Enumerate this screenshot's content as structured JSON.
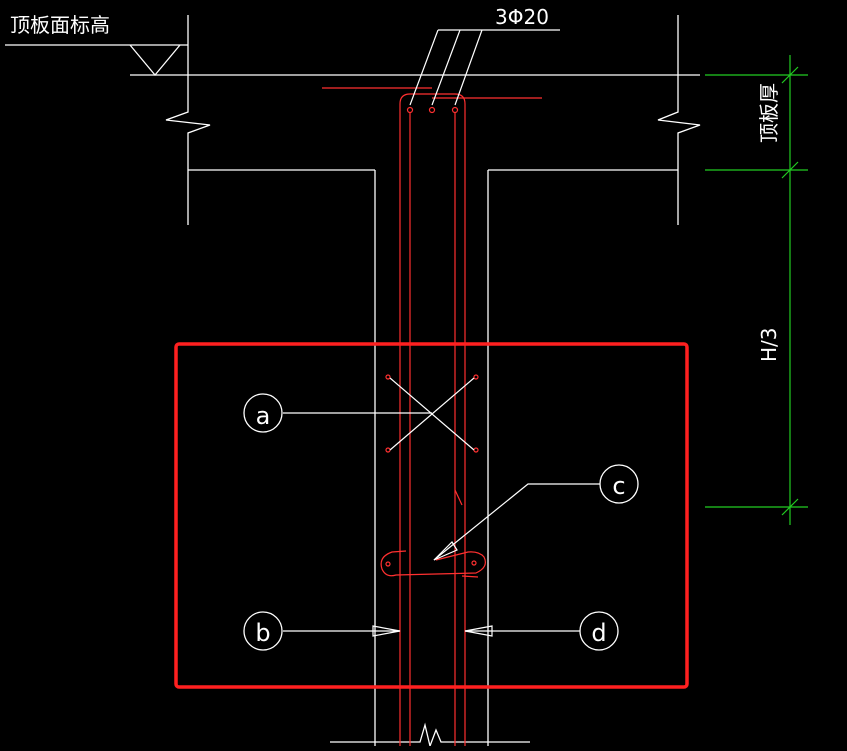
{
  "colors": {
    "background": "#000000",
    "outline": "#ffffff",
    "rebar": "#ff3030",
    "dimension": "#22cc22",
    "highlight": "#ff2020"
  },
  "labels": {
    "slab_top_elevation": "顶板面标高",
    "rebar_spec": "3Φ20",
    "slab_thickness": "顶板厚",
    "third_height": "H/3"
  },
  "callouts": {
    "a": "a",
    "b": "b",
    "c": "c",
    "d": "d"
  }
}
